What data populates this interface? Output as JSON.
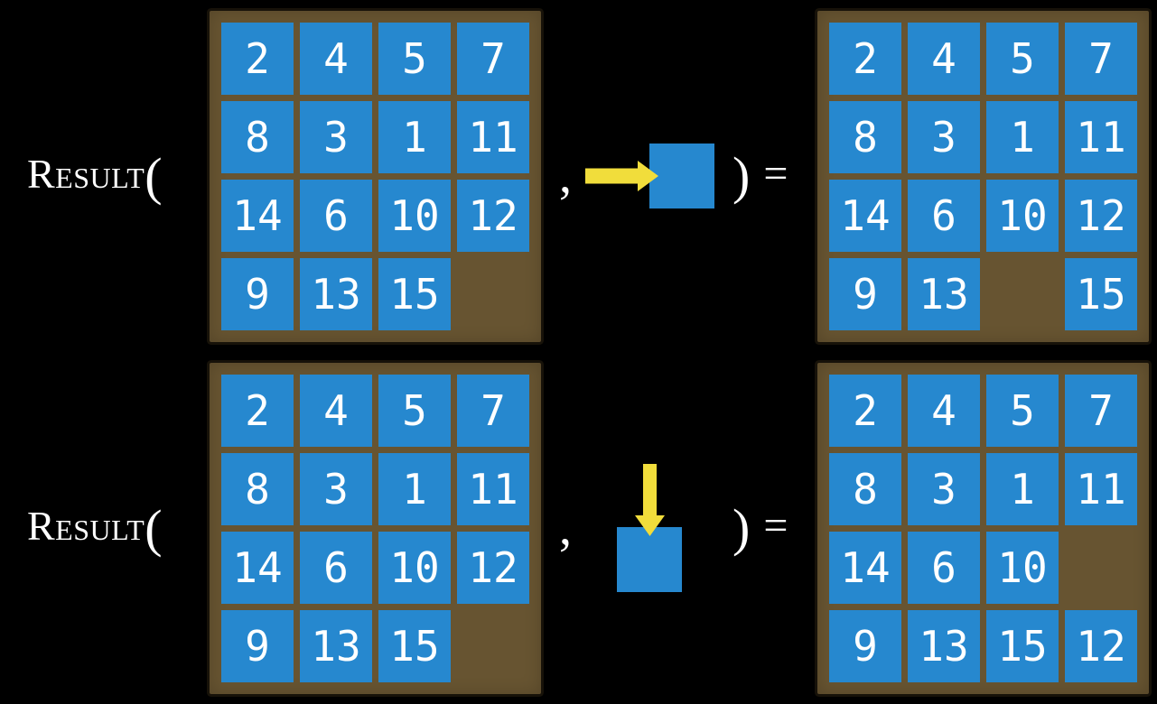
{
  "colors": {
    "background": "#000000",
    "board_brown": "#675431",
    "tile_blue": "#2688CF",
    "arrow_yellow": "#F1DD3B",
    "text_white": "#FFFFFF"
  },
  "rows": [
    {
      "function_label": "Result",
      "open_paren": "(",
      "comma": ",",
      "action": "slide-right",
      "close_paren": ")",
      "equals": "=",
      "input_board": {
        "grid": [
          [
            2,
            4,
            5,
            7
          ],
          [
            8,
            3,
            1,
            11
          ],
          [
            14,
            6,
            10,
            12
          ],
          [
            9,
            13,
            15,
            null
          ]
        ]
      },
      "result_board": {
        "grid": [
          [
            2,
            4,
            5,
            7
          ],
          [
            8,
            3,
            1,
            11
          ],
          [
            14,
            6,
            10,
            12
          ],
          [
            9,
            13,
            null,
            15
          ]
        ]
      }
    },
    {
      "function_label": "Result",
      "open_paren": "(",
      "comma": ",",
      "action": "slide-down",
      "close_paren": ")",
      "equals": "=",
      "input_board": {
        "grid": [
          [
            2,
            4,
            5,
            7
          ],
          [
            8,
            3,
            1,
            11
          ],
          [
            14,
            6,
            10,
            12
          ],
          [
            9,
            13,
            15,
            null
          ]
        ]
      },
      "result_board": {
        "grid": [
          [
            2,
            4,
            5,
            7
          ],
          [
            8,
            3,
            1,
            11
          ],
          [
            14,
            6,
            10,
            null
          ],
          [
            9,
            13,
            15,
            12
          ]
        ]
      }
    }
  ]
}
